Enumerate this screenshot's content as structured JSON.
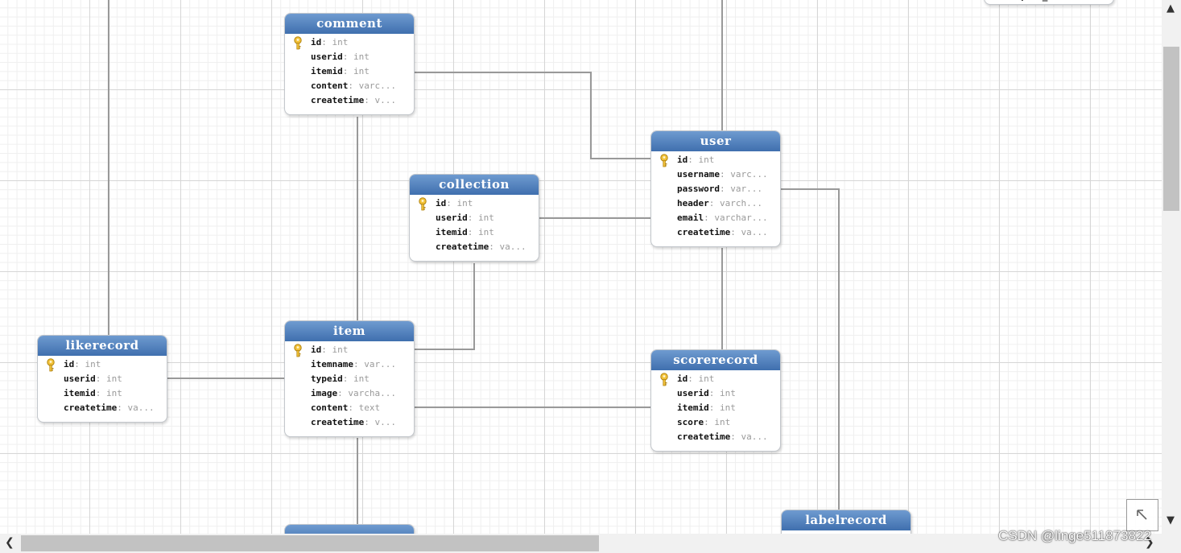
{
  "tables": [
    {
      "key": "comment",
      "name": "comment",
      "fields": [
        {
          "name": "id",
          "type": "int",
          "pk": true
        },
        {
          "name": "userid",
          "type": "int",
          "pk": false
        },
        {
          "name": "itemid",
          "type": "int",
          "pk": false
        },
        {
          "name": "content",
          "type": "varc...",
          "pk": false
        },
        {
          "name": "createtime",
          "type": "v...",
          "pk": false
        }
      ]
    },
    {
      "key": "collection",
      "name": "collection",
      "fields": [
        {
          "name": "id",
          "type": "int",
          "pk": true
        },
        {
          "name": "userid",
          "type": "int",
          "pk": false
        },
        {
          "name": "itemid",
          "type": "int",
          "pk": false
        },
        {
          "name": "createtime",
          "type": "va...",
          "pk": false
        }
      ]
    },
    {
      "key": "user",
      "name": "user",
      "fields": [
        {
          "name": "id",
          "type": "int",
          "pk": true
        },
        {
          "name": "username",
          "type": "varc...",
          "pk": false
        },
        {
          "name": "password",
          "type": "var...",
          "pk": false
        },
        {
          "name": "header",
          "type": "varch...",
          "pk": false
        },
        {
          "name": "email",
          "type": "varchar...",
          "pk": false
        },
        {
          "name": "createtime",
          "type": "va...",
          "pk": false
        }
      ]
    },
    {
      "key": "likerecord",
      "name": "likerecord",
      "fields": [
        {
          "name": "id",
          "type": "int",
          "pk": true
        },
        {
          "name": "userid",
          "type": "int",
          "pk": false
        },
        {
          "name": "itemid",
          "type": "int",
          "pk": false
        },
        {
          "name": "createtime",
          "type": "va...",
          "pk": false
        }
      ]
    },
    {
      "key": "item",
      "name": "item",
      "fields": [
        {
          "name": "id",
          "type": "int",
          "pk": true
        },
        {
          "name": "itemname",
          "type": "var...",
          "pk": false
        },
        {
          "name": "typeid",
          "type": "int",
          "pk": false
        },
        {
          "name": "image",
          "type": "varcha...",
          "pk": false
        },
        {
          "name": "content",
          "type": "text",
          "pk": false
        },
        {
          "name": "createtime",
          "type": "v...",
          "pk": false
        }
      ]
    },
    {
      "key": "scorerecord",
      "name": "scorerecord",
      "fields": [
        {
          "name": "id",
          "type": "int",
          "pk": true
        },
        {
          "name": "userid",
          "type": "int",
          "pk": false
        },
        {
          "name": "itemid",
          "type": "int",
          "pk": false
        },
        {
          "name": "score",
          "type": "int",
          "pk": false
        },
        {
          "name": "createtime",
          "type": "va...",
          "pk": false
        }
      ]
    },
    {
      "key": "labelrecord",
      "name": "labelrecord",
      "fields": []
    },
    {
      "key": "partial-bottom",
      "name": "",
      "fields": []
    }
  ],
  "partial_table": {
    "fields": [
      {
        "name": "expire_date",
        "type": "..."
      }
    ]
  },
  "watermark": "CSDN @linge511873822",
  "colors": {
    "header_top": "#6f9bd0",
    "header_bottom": "#3f6fae",
    "line": "#999999"
  },
  "icons": {
    "primary_key": "key-icon",
    "scroll_up": "arrow-up-icon",
    "scroll_down": "arrow-down-icon",
    "scroll_left": "arrow-left-icon",
    "scroll_right": "arrow-right-icon",
    "navigator": "arrow-up-left-icon"
  }
}
